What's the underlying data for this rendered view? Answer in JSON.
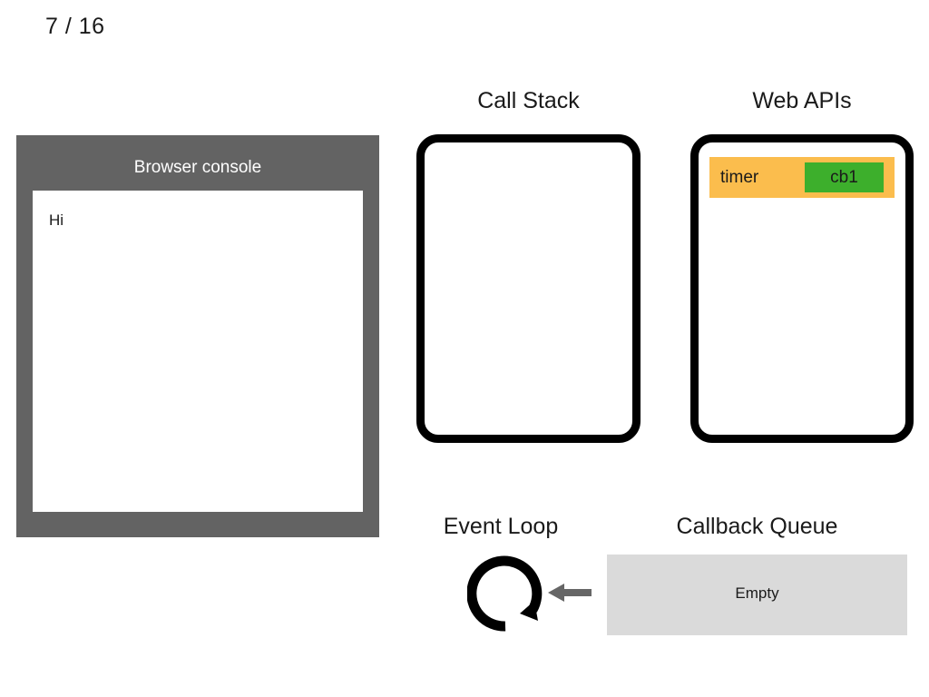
{
  "slide": {
    "counter": "7 / 16",
    "current": 7,
    "total": 16
  },
  "console_panel": {
    "title": "Browser console",
    "panel_color": "#636363",
    "log_background": "#ffffff",
    "log_lines": [
      "Hi"
    ]
  },
  "call_stack": {
    "heading": "Call Stack",
    "frames": [],
    "border_color": "#000000"
  },
  "web_apis": {
    "heading": "Web APIs",
    "tasks": [
      {
        "label": "timer",
        "callback": "cb1",
        "task_color": "#FBBD4D",
        "callback_color": "#3DAF2C"
      }
    ]
  },
  "event_loop": {
    "heading": "Event Loop",
    "loop_icon": "circular-arrow-icon",
    "arrow_icon": "arrow-left-icon",
    "arrow_color": "#666666"
  },
  "callback_queue": {
    "heading": "Callback Queue",
    "status": "Empty",
    "items": [],
    "box_color": "#DADADA"
  }
}
